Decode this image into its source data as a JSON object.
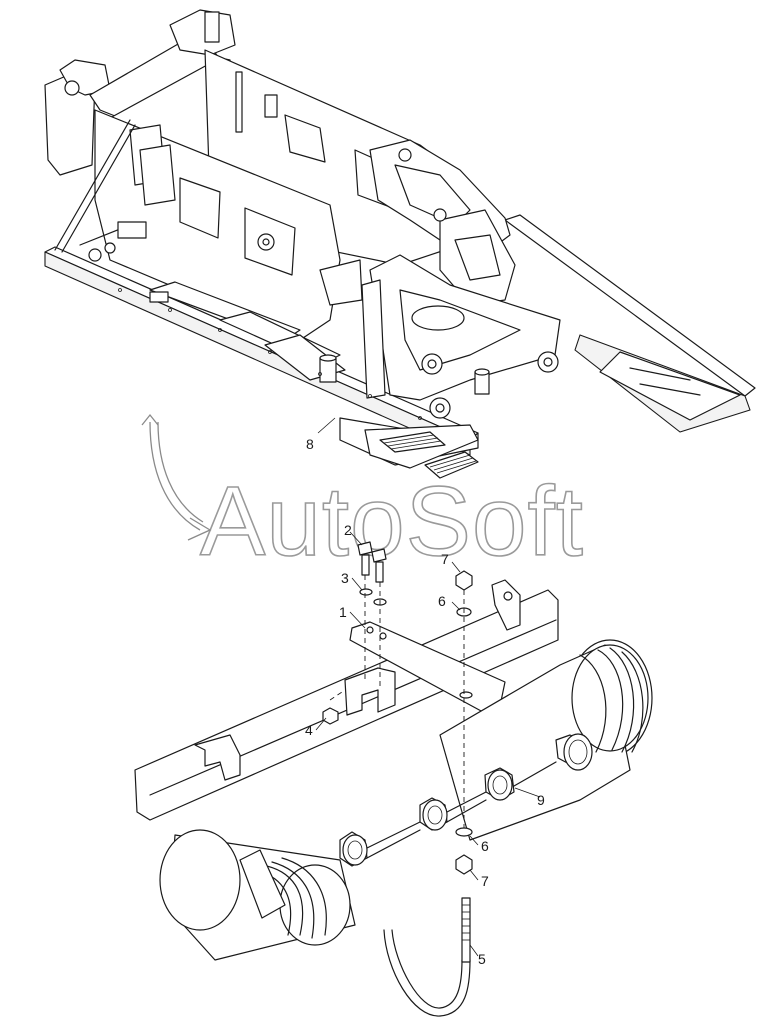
{
  "watermark": "AutoSoft",
  "callouts": [
    {
      "id": "1",
      "text": "1"
    },
    {
      "id": "2",
      "text": "2"
    },
    {
      "id": "3",
      "text": "3"
    },
    {
      "id": "4",
      "text": "4"
    },
    {
      "id": "5",
      "text": "5"
    },
    {
      "id": "6a",
      "text": "6"
    },
    {
      "id": "6b",
      "text": "6"
    },
    {
      "id": "7a",
      "text": "7"
    },
    {
      "id": "7b",
      "text": "7"
    },
    {
      "id": "8",
      "text": "8"
    },
    {
      "id": "9",
      "text": "9"
    }
  ]
}
